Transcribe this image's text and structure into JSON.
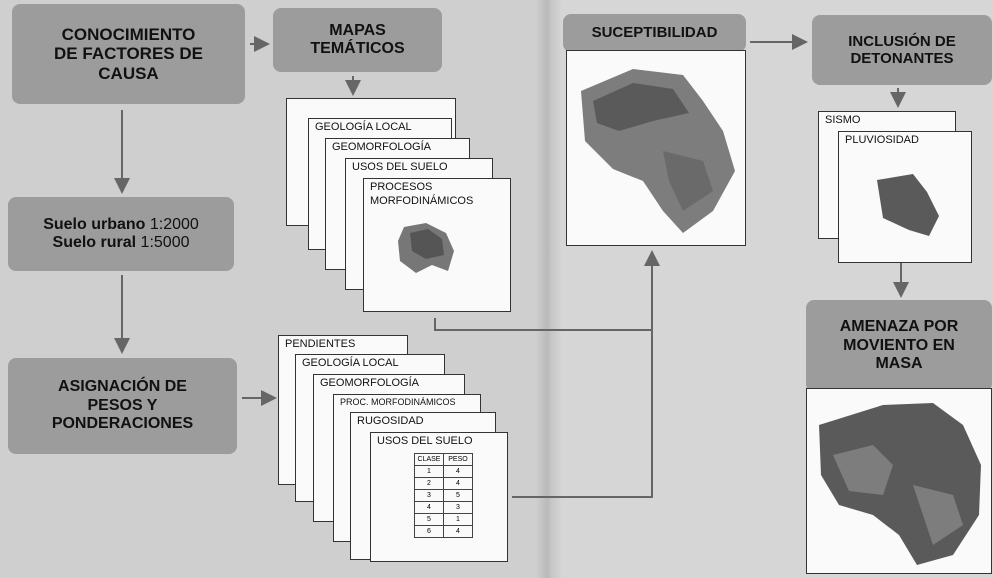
{
  "boxes": {
    "causa": "CONOCIMIENTO\nDE FACTORES DE\nCAUSA",
    "mapas": "MAPAS\nTEMÁTICOS",
    "escala_urbano_label": "Suelo urbano",
    "escala_urbano_value": "1:2000",
    "escala_rural_label": "Suelo rural",
    "escala_rural_value": "1:5000",
    "asignacion": "ASIGNACIÓN DE\nPESOS Y\nPONDERACIONES",
    "suceptibilidad": "SUCEPTIBILIDAD",
    "inclusion": "INCLUSIÓN DE\nDETONANTES",
    "amenaza": "AMENAZA POR\nMOVIENTO EN\nMASA"
  },
  "thematic_sheets": [
    "GEOLOGÍA LOCAL",
    "GEOMORFOLOGÍA",
    "USOS DEL SUELO",
    "PROCESOS\nMORFODINÁMICOS"
  ],
  "weight_sheets": [
    "PENDIENTES",
    "GEOLOGÍA LOCAL",
    "GEOMORFOLOGÍA",
    "PROC. MORFODINÁMICOS",
    "RUGOSIDAD",
    "USOS DEL SUELO"
  ],
  "trigger_sheets": [
    "SISMO",
    "PLUVIOSIDAD"
  ],
  "weights_table": {
    "headers": [
      "CLASE",
      "PESO"
    ],
    "rows": [
      [
        "1",
        "4"
      ],
      [
        "2",
        "4"
      ],
      [
        "3",
        "5"
      ],
      [
        "4",
        "3"
      ],
      [
        "5",
        "1"
      ],
      [
        "6",
        "4"
      ]
    ]
  },
  "colors": {
    "box": "#9c9c9c",
    "arrow": "#666666",
    "map_dark": "#5a5a5a",
    "map_mid": "#7d7d7d"
  }
}
